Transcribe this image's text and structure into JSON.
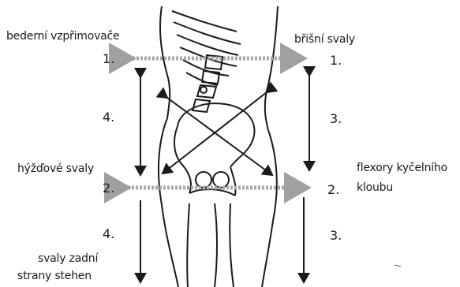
{
  "labels": {
    "left_top": "bederní vzpřimovače",
    "right_top": "břišní svaly",
    "left_mid": "hýžďové svaly",
    "right_mid_1": "flexory kyčelního",
    "right_mid_2": "kloubu",
    "left_bottom_1": "svaly zadní",
    "left_bottom_2": "strany stehen"
  },
  "numbers": {
    "left_1": "1.",
    "right_1": "1.",
    "left_4a": "4.",
    "right_3a": "3.",
    "left_2": "2.",
    "right_2": "2.",
    "left_4b": "4.",
    "right_3b": "3."
  },
  "colors": {
    "ink": "#1a1a1a",
    "horizontal_arrow": "#a8a8a8"
  }
}
